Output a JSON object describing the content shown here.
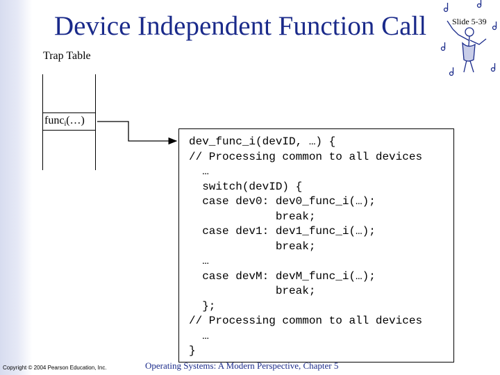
{
  "slide": {
    "title": "Device Independent Function Call",
    "number": "Slide 5-39"
  },
  "trap_table": {
    "label": "Trap Table",
    "entry_base": "func",
    "entry_sub": "i",
    "entry_args": "(…)"
  },
  "code": {
    "lines": [
      "dev_func_i(devID, …) {",
      "// Processing common to all devices",
      "  …",
      "  switch(devID) {",
      "  case dev0: dev0_func_i(…);",
      "             break;",
      "  case dev1: dev1_func_i(…);",
      "             break;",
      "  …",
      "  case devM: devM_func_i(…);",
      "             break;",
      "  };",
      "// Processing common to all devices",
      "  …",
      "}"
    ]
  },
  "footer": {
    "copyright": "Copyright © 2004 Pearson Education, Inc.",
    "course": "Operating Systems: A Modern Perspective, Chapter 5"
  },
  "colors": {
    "title": "#1a2a8a",
    "stripe": "#d7dcef"
  },
  "icons": [
    "music-conductor-clipart-icon"
  ]
}
